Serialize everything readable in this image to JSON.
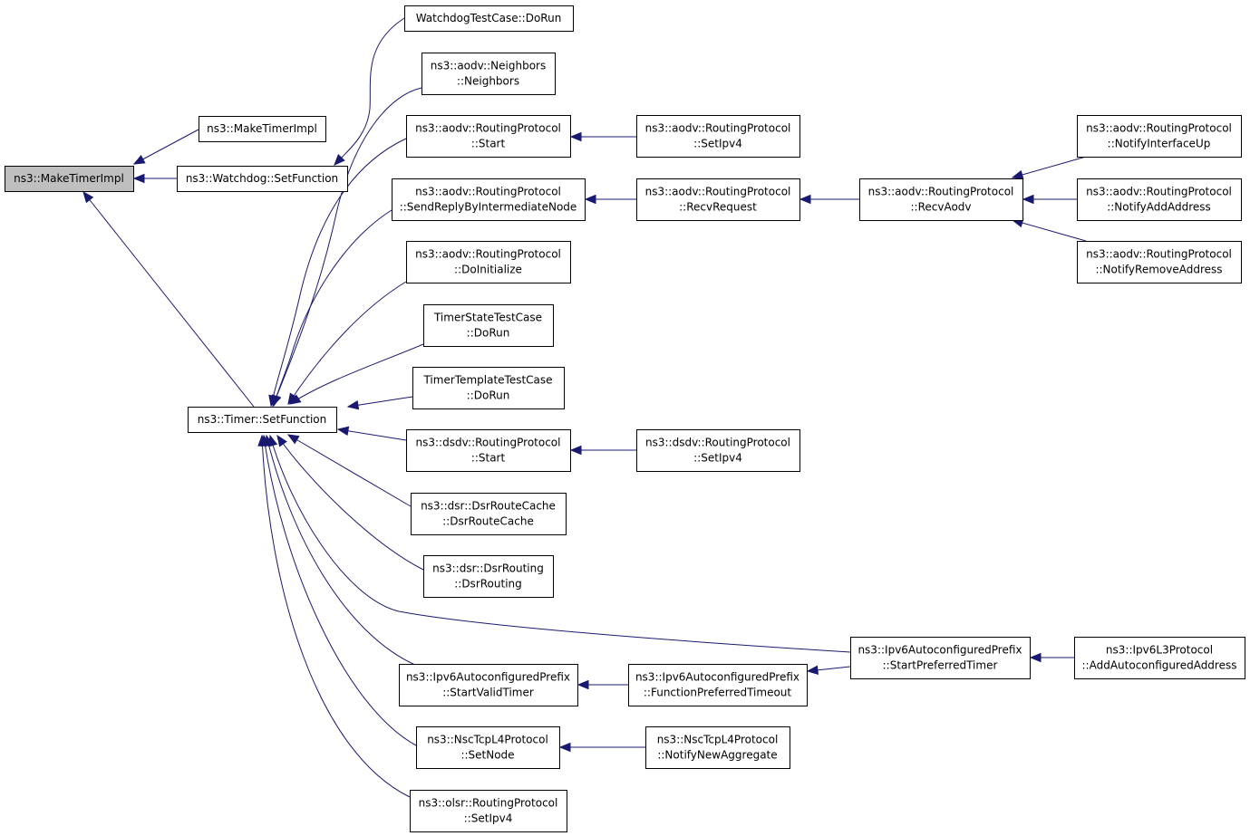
{
  "graph": {
    "edge_color": "#191970",
    "root_fill": "#bfbfbf",
    "nodes": [
      {
        "id": "root",
        "lines": [
          "ns3::MakeTimerImpl"
        ],
        "root": true
      },
      {
        "id": "mti2",
        "lines": [
          "ns3::MakeTimerImpl"
        ]
      },
      {
        "id": "wsf",
        "lines": [
          "ns3::Watchdog::SetFunction"
        ]
      },
      {
        "id": "tsf",
        "lines": [
          "ns3::Timer::SetFunction"
        ]
      },
      {
        "id": "wtc",
        "lines": [
          "WatchdogTestCase::DoRun"
        ]
      },
      {
        "id": "aneigh",
        "lines": [
          "ns3::aodv::Neighbors",
          "::Neighbors"
        ]
      },
      {
        "id": "astart",
        "lines": [
          "ns3::aodv::RoutingProtocol",
          "::Start"
        ]
      },
      {
        "id": "asetipv4",
        "lines": [
          "ns3::aodv::RoutingProtocol",
          "::SetIpv4"
        ]
      },
      {
        "id": "asend",
        "lines": [
          "ns3::aodv::RoutingProtocol",
          "::SendReplyByIntermediateNode"
        ]
      },
      {
        "id": "arecvreq",
        "lines": [
          "ns3::aodv::RoutingProtocol",
          "::RecvRequest"
        ]
      },
      {
        "id": "arecvaodv",
        "lines": [
          "ns3::aodv::RoutingProtocol",
          "::RecvAodv"
        ]
      },
      {
        "id": "aifup",
        "lines": [
          "ns3::aodv::RoutingProtocol",
          "::NotifyInterfaceUp"
        ]
      },
      {
        "id": "aaddaddr",
        "lines": [
          "ns3::aodv::RoutingProtocol",
          "::NotifyAddAddress"
        ]
      },
      {
        "id": "aremaddr",
        "lines": [
          "ns3::aodv::RoutingProtocol",
          "::NotifyRemoveAddress"
        ]
      },
      {
        "id": "ainit",
        "lines": [
          "ns3::aodv::RoutingProtocol",
          "::DoInitialize"
        ]
      },
      {
        "id": "tstc",
        "lines": [
          "TimerStateTestCase",
          "::DoRun"
        ]
      },
      {
        "id": "tttc",
        "lines": [
          "TimerTemplateTestCase",
          "::DoRun"
        ]
      },
      {
        "id": "dstart",
        "lines": [
          "ns3::dsdv::RoutingProtocol",
          "::Start"
        ]
      },
      {
        "id": "dsetipv4",
        "lines": [
          "ns3::dsdv::RoutingProtocol",
          "::SetIpv4"
        ]
      },
      {
        "id": "drc",
        "lines": [
          "ns3::dsr::DsrRouteCache",
          "::DsrRouteCache"
        ]
      },
      {
        "id": "drouting",
        "lines": [
          "ns3::dsr::DsrRouting",
          "::DsrRouting"
        ]
      },
      {
        "id": "spt",
        "lines": [
          "ns3::Ipv6AutoconfiguredPrefix",
          "::StartPreferredTimer"
        ]
      },
      {
        "id": "l3add",
        "lines": [
          "ns3::Ipv6L3Protocol",
          "::AddAutoconfiguredAddress"
        ]
      },
      {
        "id": "svt",
        "lines": [
          "ns3::Ipv6AutoconfiguredPrefix",
          "::StartValidTimer"
        ]
      },
      {
        "id": "fpt",
        "lines": [
          "ns3::Ipv6AutoconfiguredPrefix",
          "::FunctionPreferredTimeout"
        ]
      },
      {
        "id": "nscset",
        "lines": [
          "ns3::NscTcpL4Protocol",
          "::SetNode"
        ]
      },
      {
        "id": "nscnotify",
        "lines": [
          "ns3::NscTcpL4Protocol",
          "::NotifyNewAggregate"
        ]
      },
      {
        "id": "olsr",
        "lines": [
          "ns3::olsr::RoutingProtocol",
          "::SetIpv4"
        ]
      }
    ],
    "edges": [
      {
        "from": "mti2",
        "to": "root"
      },
      {
        "from": "wsf",
        "to": "root"
      },
      {
        "from": "tsf",
        "to": "root"
      },
      {
        "from": "wtc",
        "to": "wsf"
      },
      {
        "from": "aneigh",
        "to": "tsf"
      },
      {
        "from": "astart",
        "to": "tsf"
      },
      {
        "from": "asend",
        "to": "tsf"
      },
      {
        "from": "ainit",
        "to": "tsf"
      },
      {
        "from": "tstc",
        "to": "tsf"
      },
      {
        "from": "tttc",
        "to": "tsf"
      },
      {
        "from": "dstart",
        "to": "tsf"
      },
      {
        "from": "drc",
        "to": "tsf"
      },
      {
        "from": "drouting",
        "to": "tsf"
      },
      {
        "from": "spt",
        "to": "tsf"
      },
      {
        "from": "svt",
        "to": "tsf"
      },
      {
        "from": "nscset",
        "to": "tsf"
      },
      {
        "from": "olsr",
        "to": "tsf"
      },
      {
        "from": "asetipv4",
        "to": "astart"
      },
      {
        "from": "arecvreq",
        "to": "asend"
      },
      {
        "from": "arecvaodv",
        "to": "arecvreq"
      },
      {
        "from": "aifup",
        "to": "arecvaodv"
      },
      {
        "from": "aaddaddr",
        "to": "arecvaodv"
      },
      {
        "from": "aremaddr",
        "to": "arecvaodv"
      },
      {
        "from": "dsetipv4",
        "to": "dstart"
      },
      {
        "from": "l3add",
        "to": "spt"
      },
      {
        "from": "fpt",
        "to": "svt"
      },
      {
        "from": "spt",
        "to": "fpt"
      },
      {
        "from": "nscnotify",
        "to": "nscset"
      }
    ]
  }
}
